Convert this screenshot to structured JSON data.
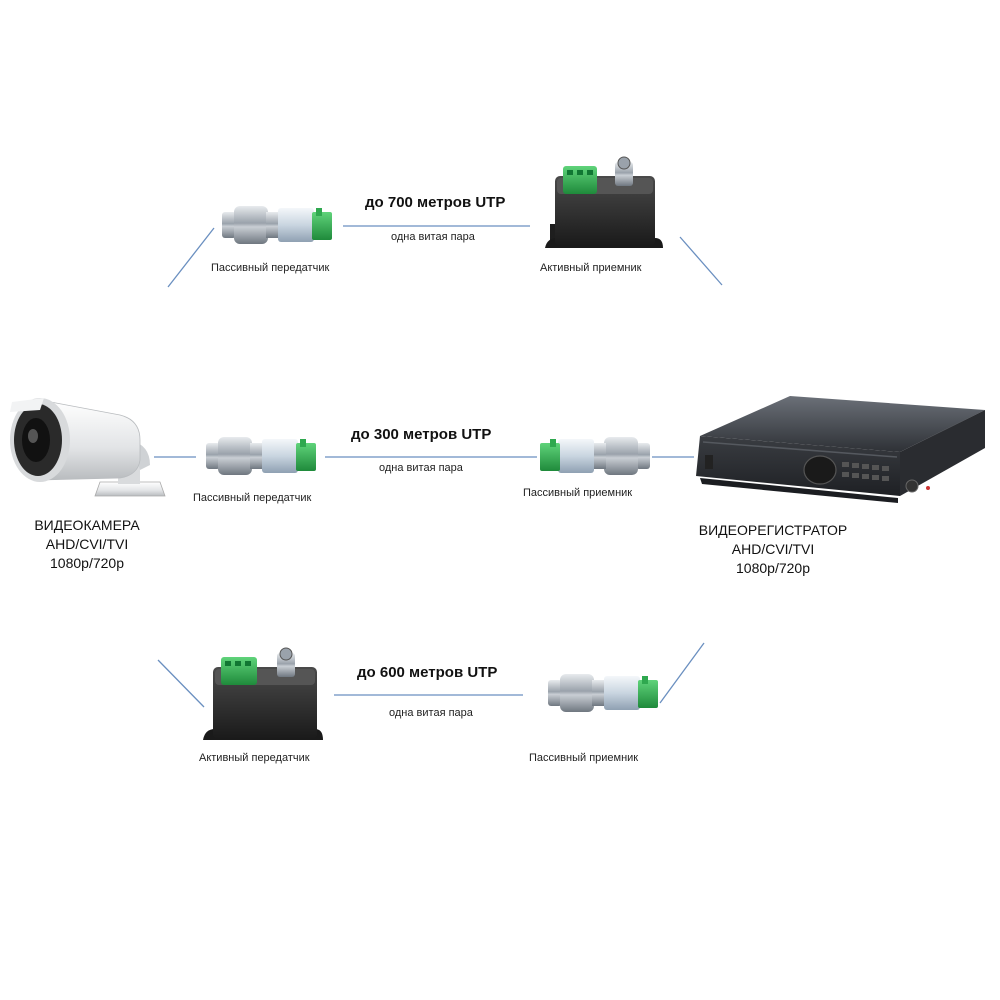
{
  "rows": [
    {
      "distance": "до 700 метров UTP",
      "cable": "одна витая пара",
      "left_label": "Пассивный передатчик",
      "right_label": "Активный приемник"
    },
    {
      "distance": "до 300 метров UTP",
      "cable": "одна витая пара",
      "left_label": "Пассивный передатчик",
      "right_label": "Пассивный приемник"
    },
    {
      "distance": "до 600 метров UTP",
      "cable": "одна витая пара",
      "left_label": "Активный передатчик",
      "right_label": "Пассивный приемник"
    }
  ],
  "camera": {
    "line1": "ВИДЕОКАМЕРА",
    "line2": "AHD/CVI/TVI",
    "line3": "1080p/720p"
  },
  "recorder": {
    "line1": "ВИДЕОРЕГИСТРАТОР",
    "line2": "AHD/CVI/TVI",
    "line3": "1080p/720p"
  },
  "colors": {
    "line": "#6a8fc0",
    "connector_green": "#2fa84f",
    "box": "#2b2b2b",
    "nvr": "#3a3d42"
  }
}
